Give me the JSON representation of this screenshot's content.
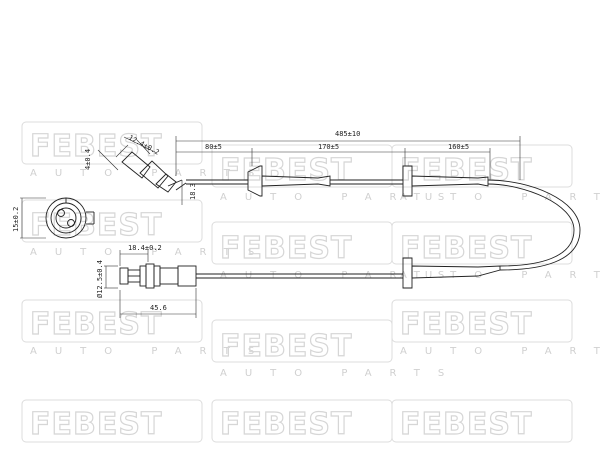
{
  "watermark": {
    "brand": "FEBEST",
    "tagline": "AUTO PARTS"
  },
  "dimensions": {
    "total_length": "485±10",
    "sensor_to_first_grommet": "80±5",
    "grommet_spacing": "170±5",
    "last_segment": "160±5",
    "tab_width": "12.4±0.2",
    "tab_height": "4±0.4",
    "sensor_offset": "18.3",
    "connector_diameter": "15±0.2",
    "connector_length": "18.4±0.2",
    "pin_diameter": "Ø12.5±0.4",
    "connector_overall": "45.6"
  }
}
